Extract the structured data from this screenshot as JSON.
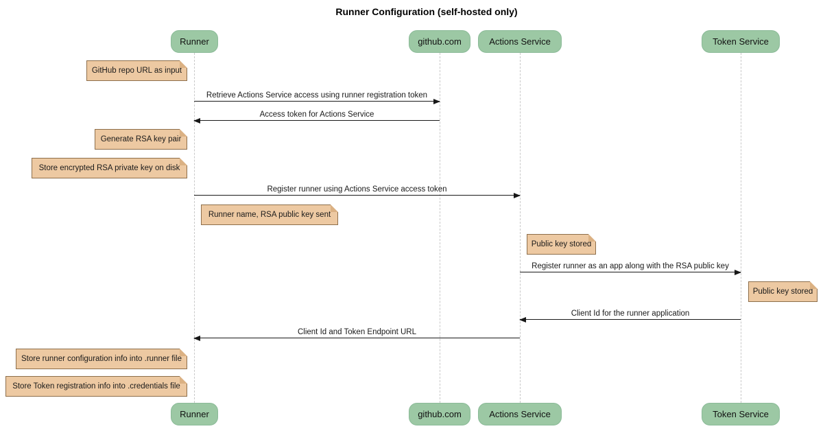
{
  "title": "Runner Configuration (self-hosted only)",
  "diagram_type": "sequence",
  "colors": {
    "participant_fill": "#9CC8A4",
    "participant_border": "#8ABA97",
    "note_fill": "#EDC9A2",
    "note_border": "#8D6E4A",
    "note_fold": "#DBB183",
    "message_color": "#181818",
    "lifeline_color": "#C8C8C8",
    "title_color": "#000000",
    "background": "#FFFFFF"
  },
  "participants": [
    {
      "label": "Runner"
    },
    {
      "label": "github.com"
    },
    {
      "label": "Actions Service"
    },
    {
      "label": "Token Service"
    }
  ],
  "messages": [
    {
      "text": "Retrieve Actions Service access using runner registration token",
      "from": "Runner",
      "to": "github.com"
    },
    {
      "text": "Access token for Actions Service",
      "from": "github.com",
      "to": "Runner"
    },
    {
      "text": "Register runner using Actions Service access token",
      "from": "Runner",
      "to": "Actions Service"
    },
    {
      "text": "Register runner as an app along with the RSA public key",
      "from": "Actions Service",
      "to": "Token Service"
    },
    {
      "text": "Client Id for the runner application",
      "from": "Token Service",
      "to": "Actions Service"
    },
    {
      "text": "Client Id and Token Endpoint URL",
      "from": "Actions Service",
      "to": "Runner"
    }
  ],
  "notes": [
    {
      "text": "GitHub repo URL as input",
      "position": "left of Runner"
    },
    {
      "text": "Generate RSA key pair",
      "position": "left of Runner"
    },
    {
      "text": "Store encrypted RSA private key on disk",
      "position": "left of Runner"
    },
    {
      "text": "Runner name, RSA public key sent",
      "position": "right of Runner"
    },
    {
      "text": "Public key stored",
      "position": "right of Actions Service"
    },
    {
      "text": "Public key stored",
      "position": "right of Token Service"
    },
    {
      "text": "Store runner configuration info into .runner file",
      "position": "left of Runner"
    },
    {
      "text": "Store Token registration info into .credentials file",
      "position": "left of Runner"
    }
  ]
}
